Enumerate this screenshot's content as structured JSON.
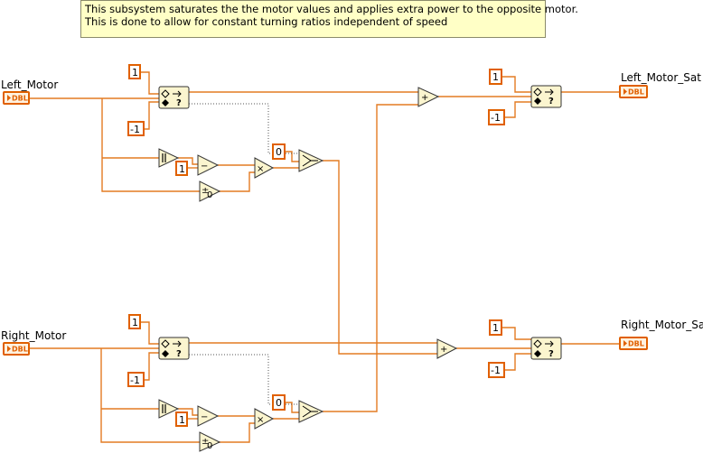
{
  "comment": {
    "line1": "This subsystem saturates the the motor values and applies extra power to the opposite motor.",
    "line2": "This is done to allow for constant turning ratios independent of speed"
  },
  "terminals": {
    "left_motor": "Left_Motor",
    "right_motor": "Right_Motor",
    "left_motor_sat": "Left_Motor_Sat",
    "right_motor_sat": "Right_Motor_Sat",
    "type": "DBL"
  },
  "constants": {
    "one": "1",
    "neg_one": "-1",
    "zero": "0"
  },
  "symbols": {
    "add": "+",
    "subtract": "−",
    "multiply": "×"
  },
  "colors": {
    "wire": "#e37b22",
    "node_fill": "#fbf5cf",
    "comment_fill": "#ffffc6"
  }
}
